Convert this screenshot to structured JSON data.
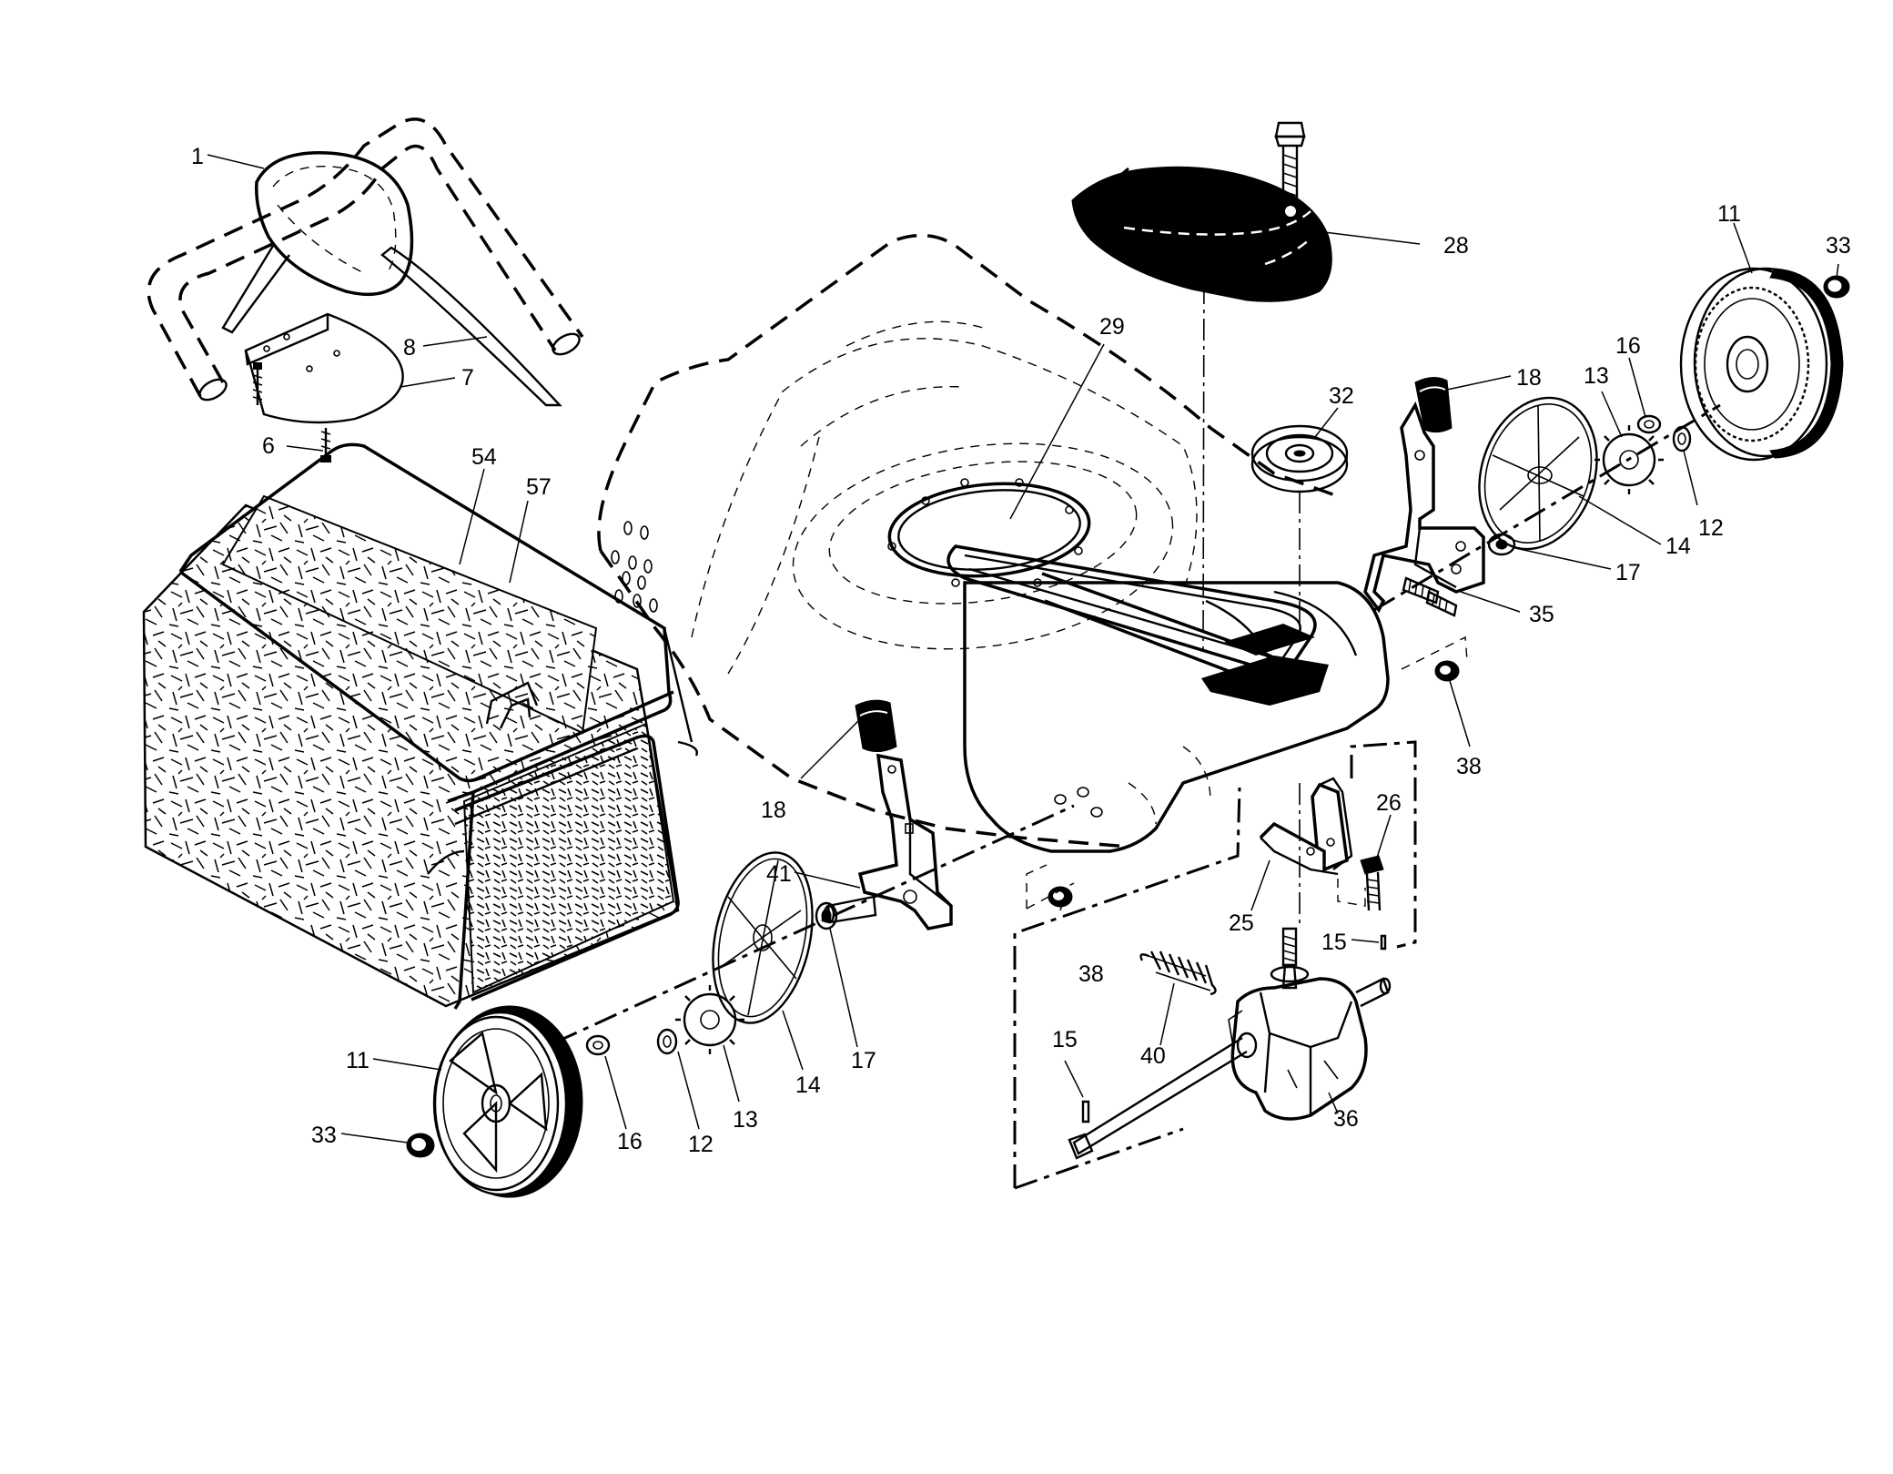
{
  "callouts": [
    {
      "id": "c1",
      "label": "1"
    },
    {
      "id": "c8",
      "label": "8"
    },
    {
      "id": "c7",
      "label": "7"
    },
    {
      "id": "c6",
      "label": "6"
    },
    {
      "id": "c54",
      "label": "54"
    },
    {
      "id": "c57",
      "label": "57"
    },
    {
      "id": "c29",
      "label": "29"
    },
    {
      "id": "c28",
      "label": "28"
    },
    {
      "id": "c11a",
      "label": "11"
    },
    {
      "id": "c33a",
      "label": "33"
    },
    {
      "id": "c32",
      "label": "32"
    },
    {
      "id": "c18a",
      "label": "18"
    },
    {
      "id": "c13a",
      "label": "13"
    },
    {
      "id": "c16a",
      "label": "16"
    },
    {
      "id": "c12a",
      "label": "12"
    },
    {
      "id": "c14a",
      "label": "14"
    },
    {
      "id": "c17a",
      "label": "17"
    },
    {
      "id": "c35",
      "label": "35"
    },
    {
      "id": "c38a",
      "label": "38"
    },
    {
      "id": "c18b",
      "label": "18"
    },
    {
      "id": "c41",
      "label": "41"
    },
    {
      "id": "c26",
      "label": "26"
    },
    {
      "id": "c25",
      "label": "25"
    },
    {
      "id": "c15a",
      "label": "15"
    },
    {
      "id": "c38b",
      "label": "38"
    },
    {
      "id": "c40",
      "label": "40"
    },
    {
      "id": "c15b",
      "label": "15"
    },
    {
      "id": "c36",
      "label": "36"
    },
    {
      "id": "c17b",
      "label": "17"
    },
    {
      "id": "c14b",
      "label": "14"
    },
    {
      "id": "c13b",
      "label": "13"
    },
    {
      "id": "c12b",
      "label": "12"
    },
    {
      "id": "c16b",
      "label": "16"
    },
    {
      "id": "c11b",
      "label": "11"
    },
    {
      "id": "c33b",
      "label": "33"
    }
  ]
}
